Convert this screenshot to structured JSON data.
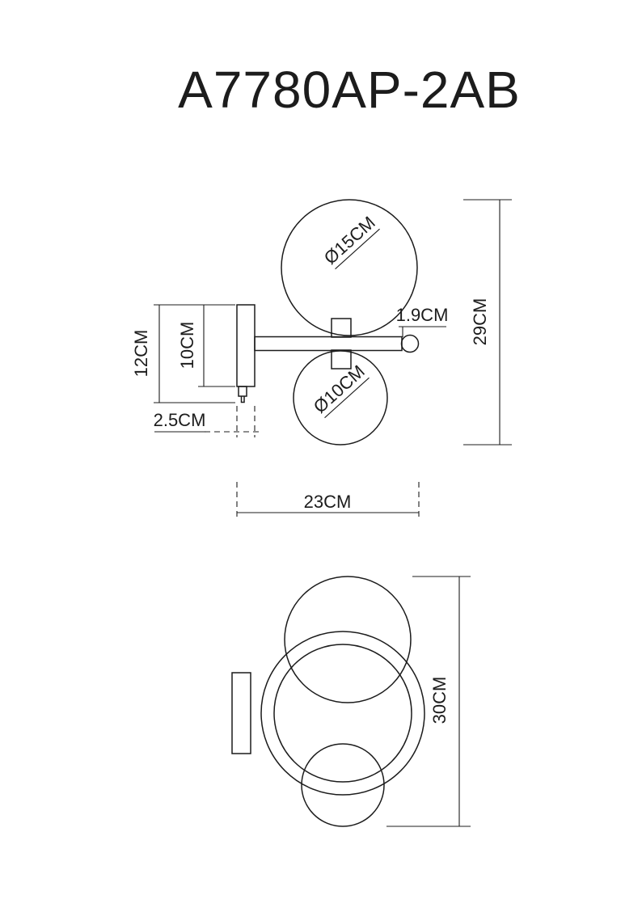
{
  "title": "A7780AP-2AB",
  "colors": {
    "line": "#1c1c1c",
    "background": "#ffffff"
  },
  "views": {
    "side": {
      "labels": {
        "globe_large_diameter": "Ø15CM",
        "globe_small_diameter": "Ø10CM",
        "arm_diameter": "1.9CM",
        "bracket_total_height": "12CM",
        "backplate_height": "10CM",
        "backplate_depth": "2.5CM",
        "overall_height": "29CM",
        "overall_width": "23CM"
      }
    },
    "front": {
      "labels": {
        "overall_height": "30CM"
      }
    }
  }
}
